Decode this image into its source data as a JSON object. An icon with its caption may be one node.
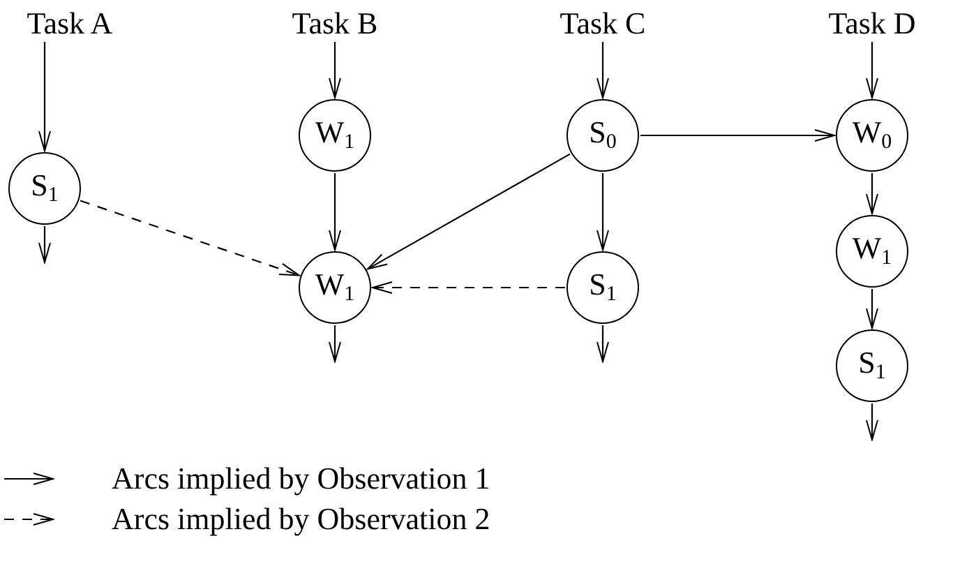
{
  "diagram": {
    "nodes": [
      {
        "text": [
          "Task A"
        ]
      },
      {
        "text": [
          "S$_{1}$"
        ]
      },
      {
        "text": [
          "Task B"
        ]
      },
      {
        "text": [
          "W$_{1}$"
        ]
      },
      {
        "text": [
          "W$_{1}$"
        ]
      },
      {
        "text": [
          "Task C"
        ]
      },
      {
        "text": [
          "S$_{0}$"
        ]
      },
      {
        "text": [
          "S$_{1}$"
        ]
      },
      {
        "text": [
          "Task D"
        ]
      },
      {
        "text": [
          "W$_{0}$"
        ]
      },
      {
        "text": [
          "W$_{1}$"
        ]
      },
      {
        "text": [
          "S$_{1}$"
        ]
      }
    ],
    "edges": [
      {
        "from": 0,
        "to": 1,
        "arrow": "to"
      },
      {
        "from": 1,
        "to": null,
        "arrow": "to"
      },
      {
        "from": 2,
        "to": 3,
        "arrow": "to"
      },
      {
        "from": 3,
        "to": 4,
        "arrow": "to"
      },
      {
        "from": 4,
        "to": null,
        "arrow": "to"
      },
      {
        "from": 5,
        "to": 6,
        "arrow": "to"
      },
      {
        "from": 6,
        "to": 7,
        "arrow": "to"
      },
      {
        "from": 7,
        "to": null,
        "arrow": "to"
      },
      {
        "from": 8,
        "to": 9,
        "arrow": "to"
      },
      {
        "from": 9,
        "to": 10,
        "arrow": "to"
      },
      {
        "from": 10,
        "to": 11,
        "arrow": "to"
      },
      {
        "from": 11,
        "to": null,
        "arrow": "to"
      },
      {
        "from": 6,
        "to": 9,
        "arrow": "to"
      },
      {
        "from": 6,
        "to": 4,
        "arrow": "to"
      },
      {
        "from": 1,
        "to": 4,
        "arrow": "to",
        "style": "dashed"
      },
      {
        "from": 7,
        "to": 4,
        "arrow": "to",
        "style": "dashed"
      }
    ],
    "legend": [
      {
        "text": "Arcs implied by Observation 1"
      },
      {
        "text": "Arcs implied by Observation 2"
      }
    ]
  }
}
